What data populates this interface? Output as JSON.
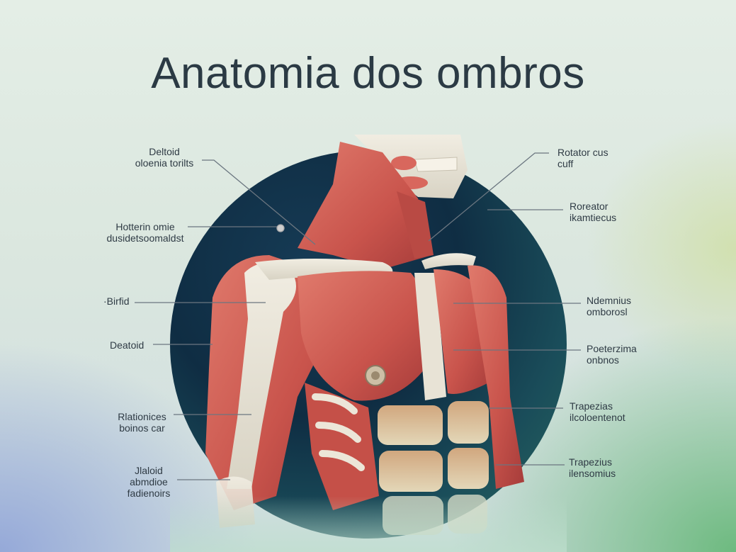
{
  "title": "Anatomia dos ombros",
  "colors": {
    "title_text": "#2b3a44",
    "label_text": "#2f3b45",
    "circle_dark": "#0f2d43",
    "muscle_red": "#c9544c",
    "bone": "#e7e2d4",
    "bg_bottom_left": "#92a6d8",
    "bg_bottom_right": "#68b87a",
    "bg_top": "#e4eee6",
    "leader_line": "#6b7680"
  },
  "labels": {
    "left": [
      {
        "text": "Deltoid\noloenia torilts"
      },
      {
        "text": "Hotterin omie\ndusidetsoomaldst"
      },
      {
        "text": "·Birfid"
      },
      {
        "text": "Deatoid"
      },
      {
        "text": "Rlationices\nboinos car"
      },
      {
        "text": "Jlaloid\nabmdioe\nfadienoirs"
      }
    ],
    "right": [
      {
        "text": "Rotator cus\ncuff"
      },
      {
        "text": "Roreator\nikamtiecus"
      },
      {
        "text": "Ndemnius\nomborosl"
      },
      {
        "text": "Poeterzima\nonbnos"
      },
      {
        "text": "Trapezias\nilcoloentenot"
      },
      {
        "text": "Trapezius\nilensomius"
      }
    ]
  }
}
